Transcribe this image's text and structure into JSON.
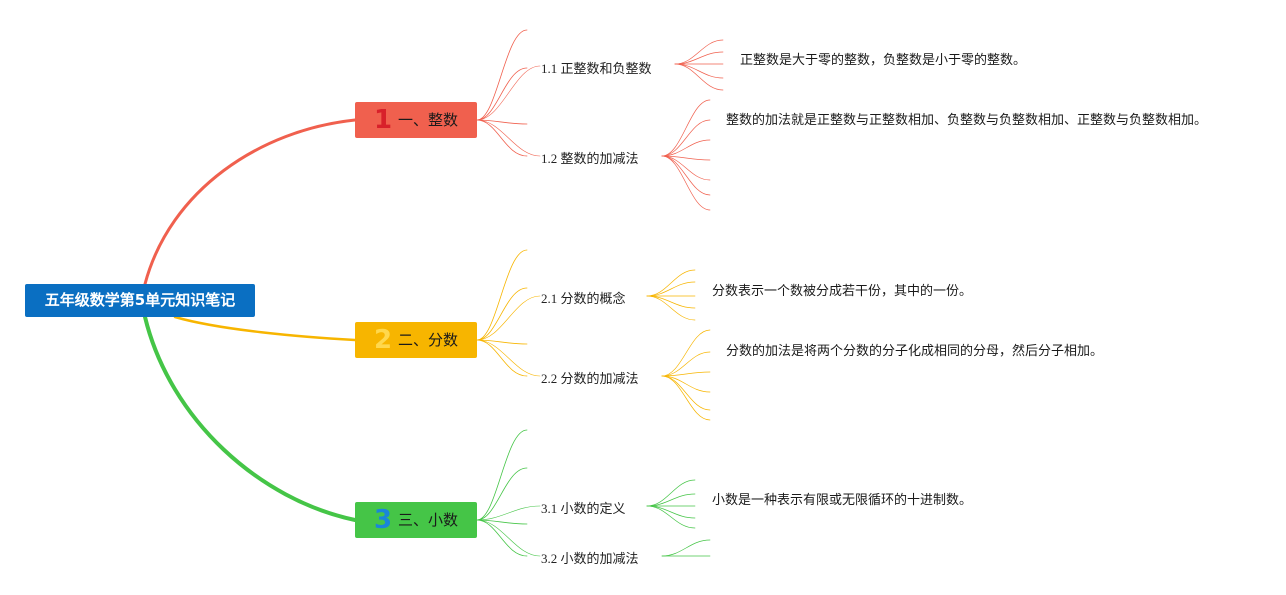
{
  "root": {
    "title": "五年级数学第5单元知识笔记",
    "color": "#0a6fc2"
  },
  "branches": [
    {
      "number": "1",
      "title": "一、整数",
      "color": "#f0604e",
      "number_color": "#d8202a",
      "subs": [
        {
          "title": "1.1 正整数和负整数",
          "note": "正整数是大于零的整数，负整数是小于零的整数。"
        },
        {
          "title": "1.2 整数的加减法",
          "note": "整数的加法就是正整数与正整数相加、负整数与负整数相加、正整数与负整数相加。"
        }
      ]
    },
    {
      "number": "2",
      "title": "二、分数",
      "color": "#f7b500",
      "number_color": "#ffd84d",
      "subs": [
        {
          "title": "2.1 分数的概念",
          "note": "分数表示一个数被分成若干份，其中的一份。"
        },
        {
          "title": "2.2 分数的加减法",
          "note": "分数的加法是将两个分数的分子化成相同的分母，然后分子相加。"
        }
      ]
    },
    {
      "number": "3",
      "title": "三、小数",
      "color": "#45c547",
      "number_color": "#1a86d8",
      "subs": [
        {
          "title": "3.1 小数的定义",
          "note": "小数是一种表示有限或无限循环的十进制数。"
        },
        {
          "title": "3.2 小数的加减法",
          "note": ""
        }
      ]
    }
  ]
}
